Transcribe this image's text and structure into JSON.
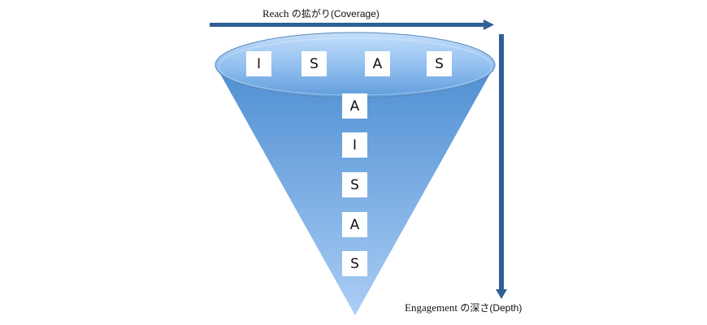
{
  "diagram": {
    "title": "Reach vs Engagement funnel (AISAS)",
    "horizontal_axis": {
      "label_en": "Reach",
      "label_jp": " の拡がり(Coverage)",
      "direction": "right"
    },
    "vertical_axis": {
      "label_en": "Engagement",
      "label_jp": " の深さ(Depth)",
      "direction": "down"
    },
    "breadth_letters": [
      "I",
      "S",
      "A",
      "S"
    ],
    "depth_letters": [
      "A",
      "I",
      "S",
      "A",
      "S"
    ],
    "colors": {
      "arrow": "#2f5f95",
      "cone_top": "#5b9bd5",
      "cone_bottom": "#a9cbf2",
      "ellipse_light": "#b9d8f7",
      "ellipse_dark": "#6aa6e0",
      "box_bg": "#ffffff",
      "text": "#111111"
    }
  }
}
